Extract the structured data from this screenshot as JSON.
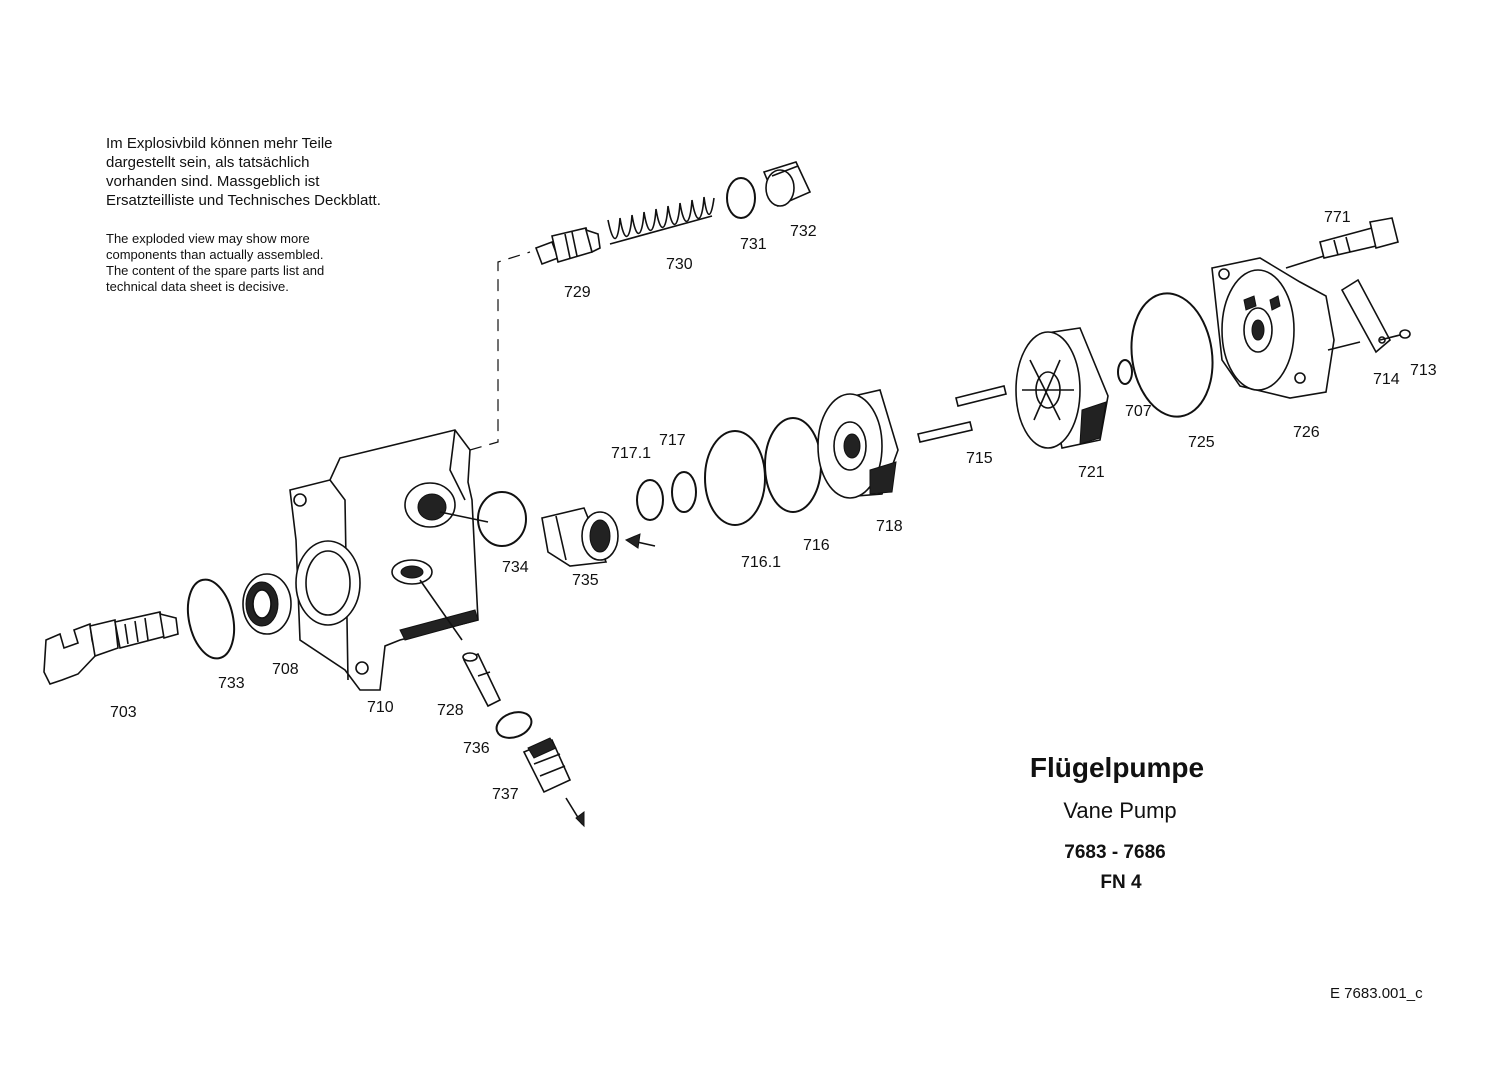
{
  "note_de": [
    "Im Explosivbild können mehr Teile",
    "dargestellt sein, als tatsächlich",
    "vorhanden sind. Massgeblich ist",
    "Ersatzteilliste und Technisches Deckblatt."
  ],
  "note_en": [
    "The exploded view may show more",
    "components than actually assembled.",
    "The content of the spare parts list and",
    "technical data sheet is decisive."
  ],
  "title_de": "Flügelpumpe",
  "title_en": "Vane Pump",
  "model_range": "7683 - 7686",
  "fn": "FN 4",
  "document_ref": "E 7683.001_c",
  "part_labels": {
    "p703": "703",
    "p733": "733",
    "p708": "708",
    "p710": "710",
    "p728": "728",
    "p736": "736",
    "p737": "737",
    "p734": "734",
    "p735": "735",
    "p729": "729",
    "p730": "730",
    "p731": "731",
    "p732": "732",
    "p717_1": "717.1",
    "p717": "717",
    "p716_1": "716.1",
    "p716": "716",
    "p718": "718",
    "p715": "715",
    "p721": "721",
    "p707": "707",
    "p725": "725",
    "p726": "726",
    "p771": "771",
    "p714": "714",
    "p713": "713"
  }
}
